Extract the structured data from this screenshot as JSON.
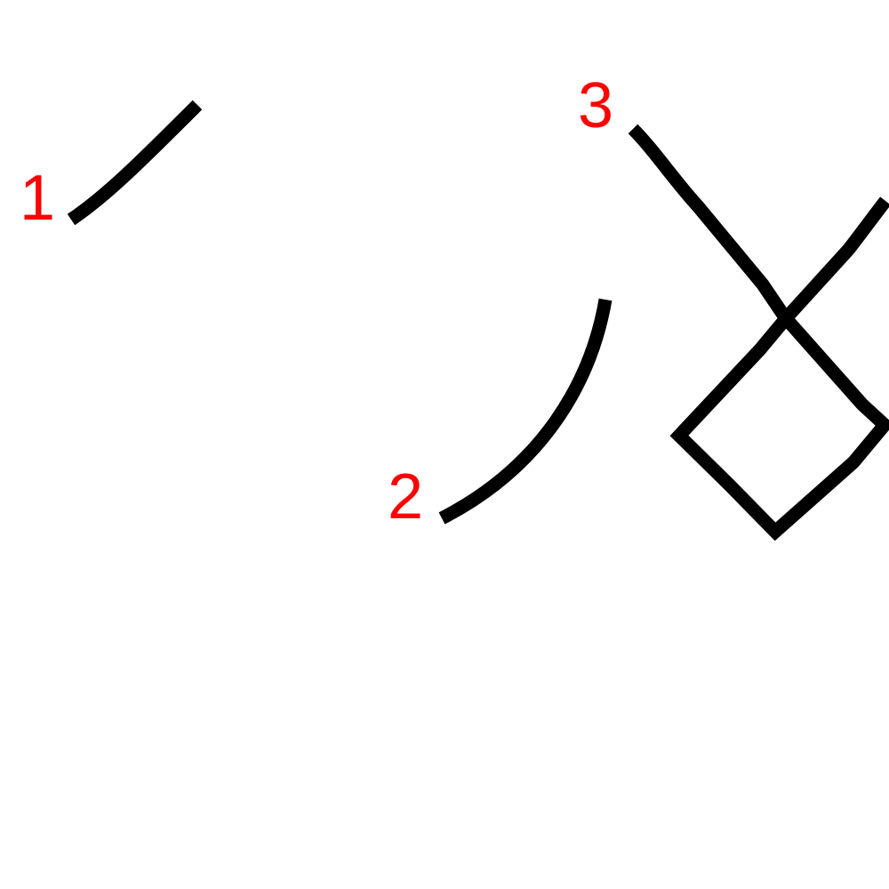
{
  "colors": {
    "background": "#ffffff",
    "stroke": "#000000",
    "label": "#ff0000"
  },
  "strokes": [
    {
      "label": "1"
    },
    {
      "label": "2"
    },
    {
      "label": "3"
    }
  ]
}
